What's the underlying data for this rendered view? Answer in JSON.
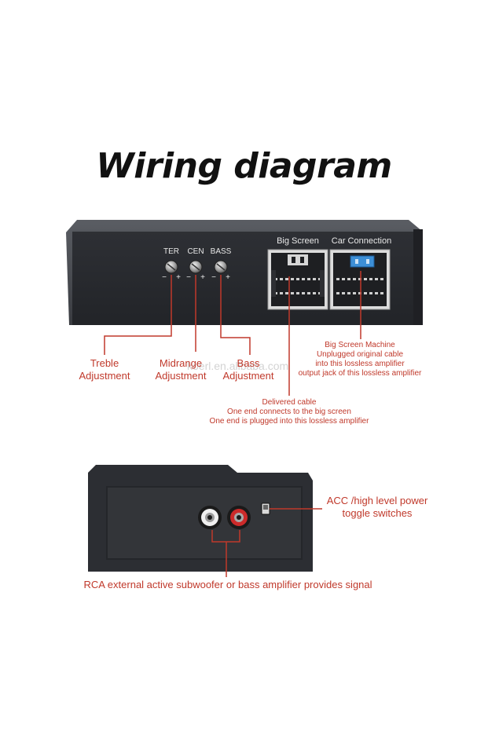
{
  "title": "Wiring diagram",
  "watermark": "koerl.en.alibaba.com",
  "knobs": [
    {
      "label": "TER",
      "minus": "−",
      "plus": "+"
    },
    {
      "label": "CEN",
      "minus": "−",
      "plus": "+"
    },
    {
      "label": "BASS",
      "minus": "−",
      "plus": "+"
    }
  ],
  "ports": {
    "big_screen": "Big Screen",
    "car_connection": "Car Connection"
  },
  "callouts": {
    "treble": [
      "Treble",
      "Adjustment"
    ],
    "midrange": [
      "Midrange",
      "Adjustment"
    ],
    "bass": [
      "Bass",
      "Adjustment"
    ],
    "big_screen_machine": [
      "Big Screen Machine",
      "Unplugged original cable",
      "into this lossless amplifier",
      "output jack of this lossless amplifier"
    ],
    "delivered_cable": [
      "Delivered cable",
      "One end connects to the big screen",
      "One end is plugged into this lossless amplifier"
    ],
    "acc": [
      "ACC /high level power",
      "toggle switches"
    ],
    "rca": "RCA external active subwoofer or bass amplifier provides signal"
  },
  "colors": {
    "accent": "#c0392b",
    "device": "#2b2d31",
    "fuse": "#3d8fd6"
  }
}
